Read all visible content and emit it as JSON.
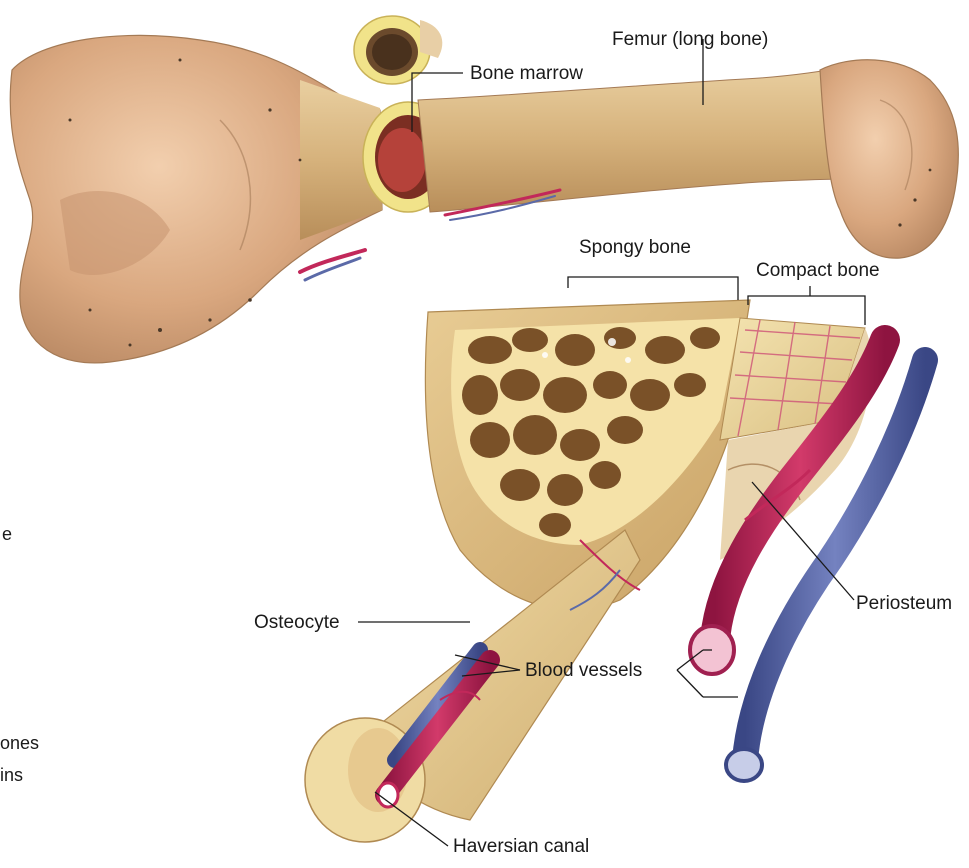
{
  "labels": {
    "femur": "Femur (long bone)",
    "bone_marrow": "Bone marrow",
    "spongy_bone": "Spongy bone",
    "compact_bone": "Compact bone",
    "periosteum": "Periosteum",
    "osteocyte": "Osteocyte",
    "blood_vessels": "Blood vessels",
    "haversian_canal": "Haversian canal"
  },
  "edge_fragments": [
    "e",
    "ones",
    "ins"
  ],
  "colors": {
    "bone": "#d9b98a",
    "bone_light": "#f0dcae",
    "compact": "#ecd79c",
    "spongy": "#a87a43",
    "artery": "#c2285a",
    "vein": "#5b6aa8",
    "marrow": "#a63a2e",
    "leader_line": "#1a1a1a"
  }
}
